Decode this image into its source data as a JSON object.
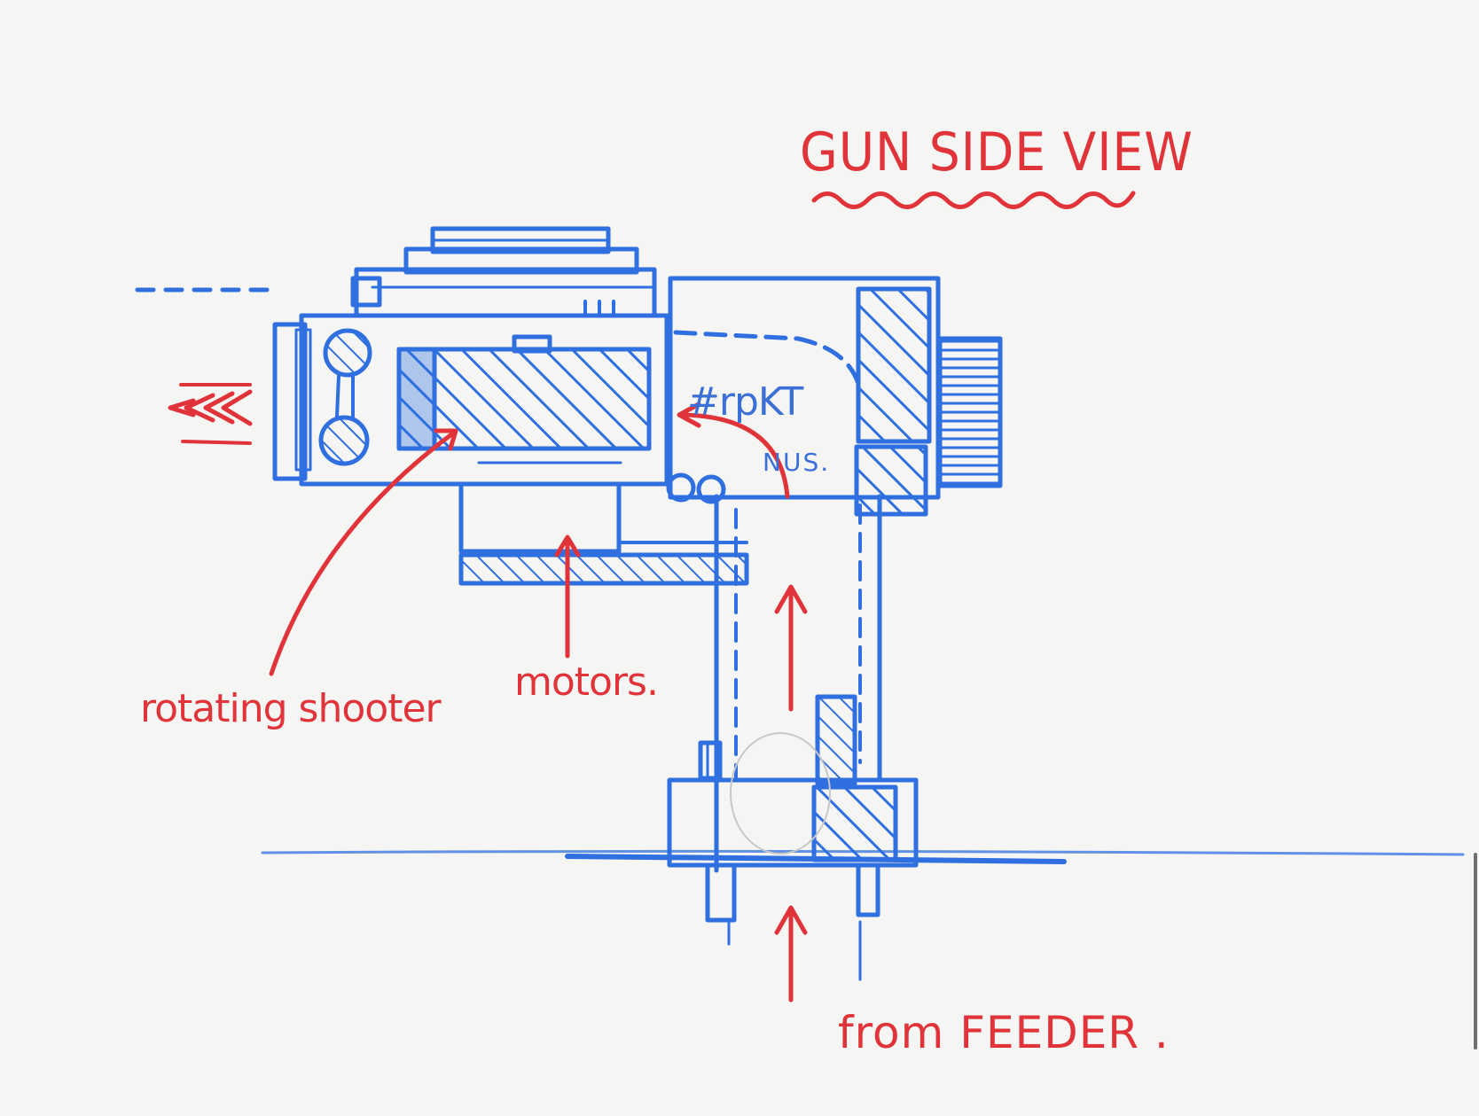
{
  "title": "GUN SIDE VIEW",
  "labels": {
    "rotating_shooter": "rotating shooter",
    "motors": "motors.",
    "from_feeder": "from FEEDER .",
    "team_tag": "#rpKT",
    "team_sub": "NUS."
  },
  "colors": {
    "sketch_blue": "#2f6fe0",
    "annotation_red": "#e0343a",
    "paper": "#f5f5f3"
  }
}
